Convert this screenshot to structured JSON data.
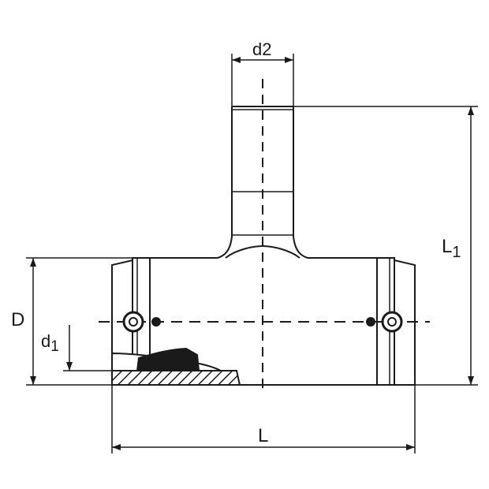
{
  "dimensions": {
    "d2": {
      "main": "d",
      "sub": "2"
    },
    "L1": {
      "main": "L",
      "sub": "1"
    },
    "D": {
      "main": "D",
      "sub": ""
    },
    "d1": {
      "main": "d",
      "sub": "1"
    },
    "L": {
      "main": "L",
      "sub": ""
    }
  },
  "colors": {
    "line": "#1a1a1a",
    "background": "#ffffff"
  }
}
